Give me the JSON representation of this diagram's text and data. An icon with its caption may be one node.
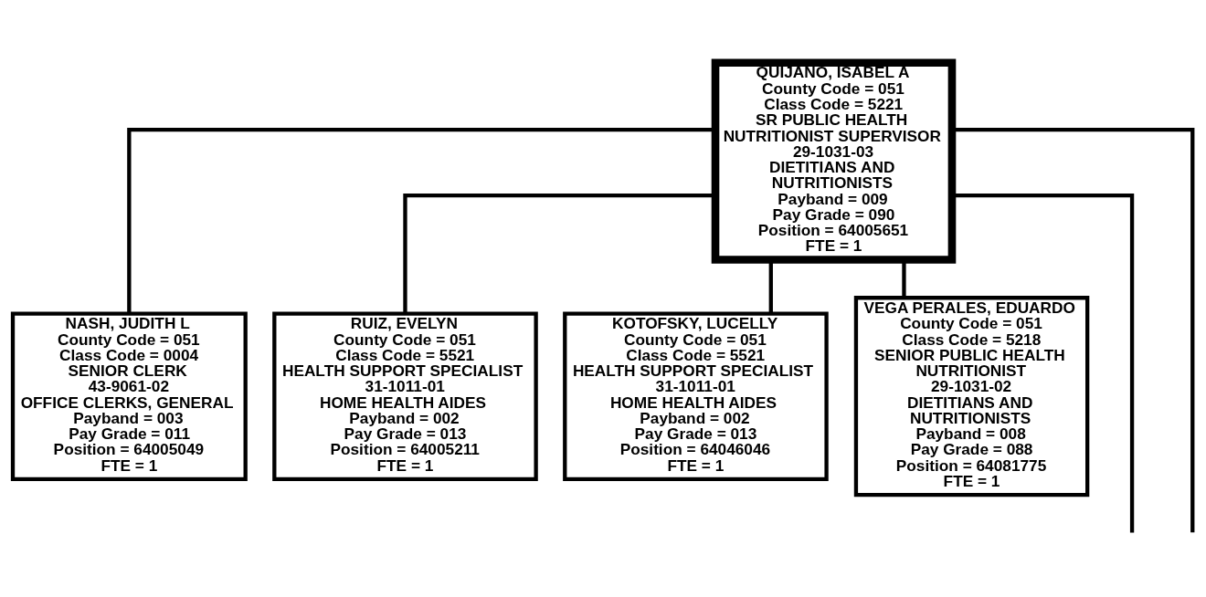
{
  "diagram": {
    "nodes": [
      {
        "text": [
          "QUIJANO, ISABEL A",
          "County Code = 051",
          "Class Code = 5221",
          "SR PUBLIC HEALTH NUTRITIONIST SUPERVISOR",
          "29-1031-03",
          "DIETITIANS AND NUTRITIONISTS",
          "Payband = 009",
          "Pay Grade = 090",
          "Position = 64005651",
          "FTE = 1"
        ]
      },
      {
        "text": [
          "NASH, JUDITH L",
          "County Code = 051",
          "Class Code = 0004",
          "SENIOR CLERK",
          "43-9061-02",
          "OFFICE CLERKS, GENERAL",
          "Payband = 003",
          "Pay Grade = 011",
          "Position = 64005049",
          "FTE = 1"
        ]
      },
      {
        "text": [
          "RUIZ, EVELYN",
          "County Code = 051",
          "Class Code = 5521",
          "HEALTH SUPPORT SPECIALIST",
          "31-1011-01",
          "HOME HEALTH AIDES",
          "Payband = 002",
          "Pay Grade = 013",
          "Position = 64005211",
          "FTE = 1"
        ]
      },
      {
        "text": [
          "KOTOFSKY, LUCELLY",
          "County Code = 051",
          "Class Code = 5521",
          "HEALTH SUPPORT SPECIALIST",
          "31-1011-01",
          "HOME HEALTH AIDES",
          "Payband = 002",
          "Pay Grade = 013",
          "Position = 64046046",
          "FTE = 1"
        ]
      },
      {
        "text": [
          "VEGA PERALES, EDUARDO",
          "County Code = 051",
          "Class Code = 5218",
          "SENIOR PUBLIC HEALTH NUTRITIONIST",
          "29-1031-02",
          "DIETITIANS AND NUTRITIONISTS",
          "Payband = 008",
          "Pay Grade = 088",
          "Position = 64081775",
          "FTE = 1"
        ]
      }
    ],
    "edges": [
      {
        "from": 0,
        "to": 1,
        "arrow": "none"
      },
      {
        "from": 0,
        "to": 2,
        "arrow": "none"
      },
      {
        "from": 0,
        "to": 3,
        "arrow": "none"
      },
      {
        "from": 0,
        "to": 4,
        "arrow": "none"
      },
      {
        "from": 0,
        "to": null,
        "arrow": "none"
      },
      {
        "from": 0,
        "to": null,
        "arrow": "none"
      }
    ]
  }
}
